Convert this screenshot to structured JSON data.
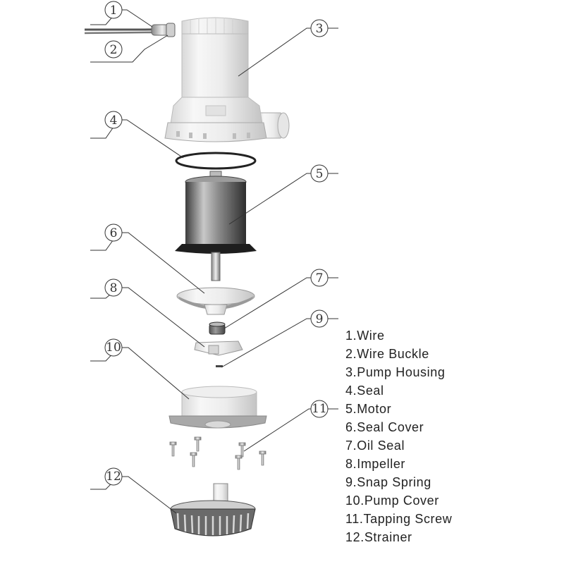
{
  "callouts": [
    "1",
    "2",
    "3",
    "4",
    "5",
    "6",
    "7",
    "8",
    "9",
    "10",
    "11",
    "12"
  ],
  "legend": [
    "1.Wire",
    "2.Wire Buckle",
    "3.Pump Housing",
    "4.Seal",
    "5.Motor",
    "6.Seal Cover",
    "7.Oil Seal",
    "8.Impeller",
    "9.Snap Spring",
    "10.Pump Cover",
    "11.Tapping Screw",
    "12.Strainer"
  ]
}
